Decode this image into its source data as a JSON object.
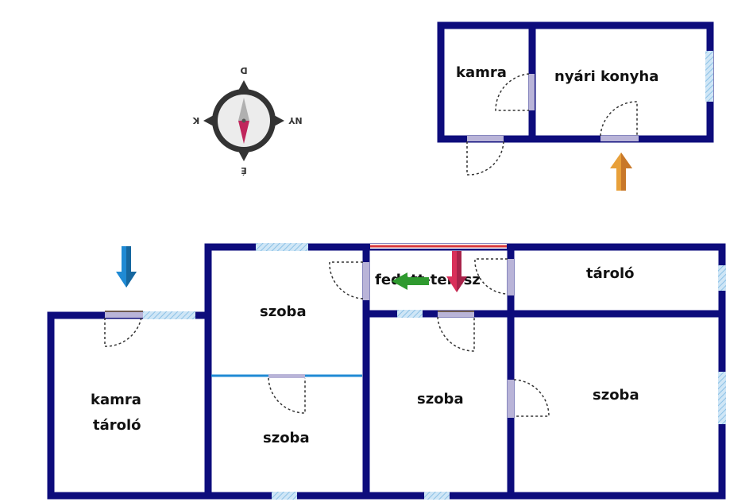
{
  "rooms": {
    "kamra_top": "kamra",
    "nyari_konyha": "nyári konyha",
    "szoba_upper_left": "szoba",
    "fedett_terasz": "fedett-terasz",
    "tarolo": "tároló",
    "kamra_tarolo_line1": "kamra",
    "kamra_tarolo_line2": "tároló",
    "szoba_lower_left": "szoba",
    "szoba_middle": "szoba",
    "szoba_right": "szoba"
  },
  "compass": {
    "north": "D",
    "east": "NY",
    "south": "É",
    "west": "K"
  },
  "colors": {
    "wall": "#0d0c7c",
    "window": "#a9d3ee",
    "door_frame": "#b9b4d8",
    "terrace_edge": "#d9393b",
    "partition": "#1f8ad4",
    "arrow_entry_orange": "#e8a03a",
    "arrow_entry_blue": "#1f8ad4",
    "arrow_entry_red": "#d9305a",
    "arrow_green": "#2f9a2f"
  },
  "icons": {
    "compass": "compass-rose-icon",
    "entry_arrows": "entry-arrow-icon"
  }
}
